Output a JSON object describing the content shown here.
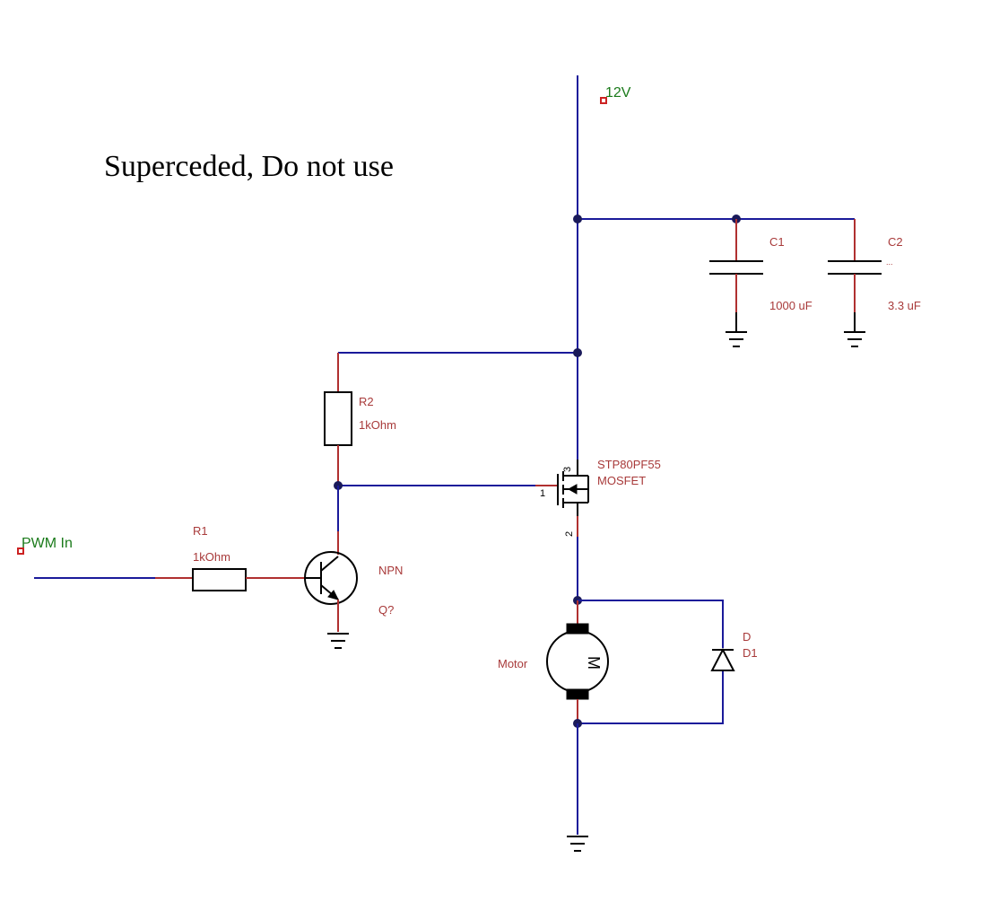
{
  "note": "Superceded, Do not use",
  "nets": {
    "supply": "12V",
    "input": "PWM In"
  },
  "components": {
    "c1": {
      "ref": "C1",
      "value": "1000 uF"
    },
    "c2": {
      "ref": "C2",
      "value": "3.3 uF",
      "extra": "..."
    },
    "r2": {
      "ref": "R2",
      "value": "1kOhm"
    },
    "r1": {
      "ref": "R1",
      "value": "1kOhm"
    },
    "q": {
      "type": "NPN",
      "ref": "Q?"
    },
    "mosfet": {
      "part": "STP80PF55",
      "type": "MOSFET",
      "pin_gate": "1",
      "pin_source": "3",
      "pin_drain": "2"
    },
    "motor": {
      "label": "Motor",
      "symbol": "M"
    },
    "diode": {
      "type": "D",
      "ref": "D1"
    }
  },
  "colors": {
    "wire": "#1a1a9a",
    "pin": "#b03030",
    "label": "#a83a3a",
    "net_label": "#1a7a1a"
  }
}
